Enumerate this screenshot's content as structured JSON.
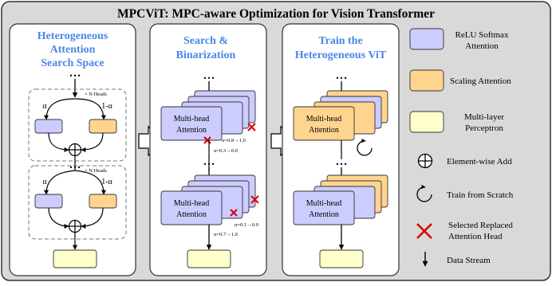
{
  "title": "MPCViT: MPC-aware Optimization for Vision Transformer",
  "panels": {
    "search_space": {
      "title_lines": [
        "Heterogeneous",
        "Attention",
        "Search Space"
      ]
    },
    "search": {
      "title_lines": [
        "Search &",
        "Binarization"
      ]
    },
    "train": {
      "title_lines": [
        "Train the",
        "Heterogeneous  ViT"
      ]
    }
  },
  "block": {
    "heads_label": "× N Heads",
    "alpha": "α",
    "one_minus_alpha": "1-α",
    "ellipsis": "…",
    "mha_lines": [
      "Multi-head",
      "Attention"
    ],
    "top_alpha_1": "α=0.8→1.0",
    "top_alpha_2": "α=0.3→0.0",
    "bottom_alpha_1": "α=0.1→0.0",
    "bottom_alpha_2": "α=0.7→1.0"
  },
  "legend": {
    "relu": "ReLU Softmax Attention",
    "relu_lines": [
      "ReLU Softmax",
      "Attention"
    ],
    "scaling": "Scaling Attention",
    "mlp_lines": [
      "Multi-layer",
      "Perceptron"
    ],
    "add": "Element-wise Add",
    "scratch": "Train from Scratch",
    "replaced_lines": [
      "Selected Replaced",
      "Attention Head"
    ],
    "stream": "Data Stream"
  },
  "colors": {
    "relu_fill": "#ccccff",
    "scaling_fill": "#ffd48f",
    "mlp_fill": "#ffffcc",
    "panel_bg": "#d9d9d9",
    "accent_title": "#4a86e8",
    "cross": "#d90000"
  }
}
